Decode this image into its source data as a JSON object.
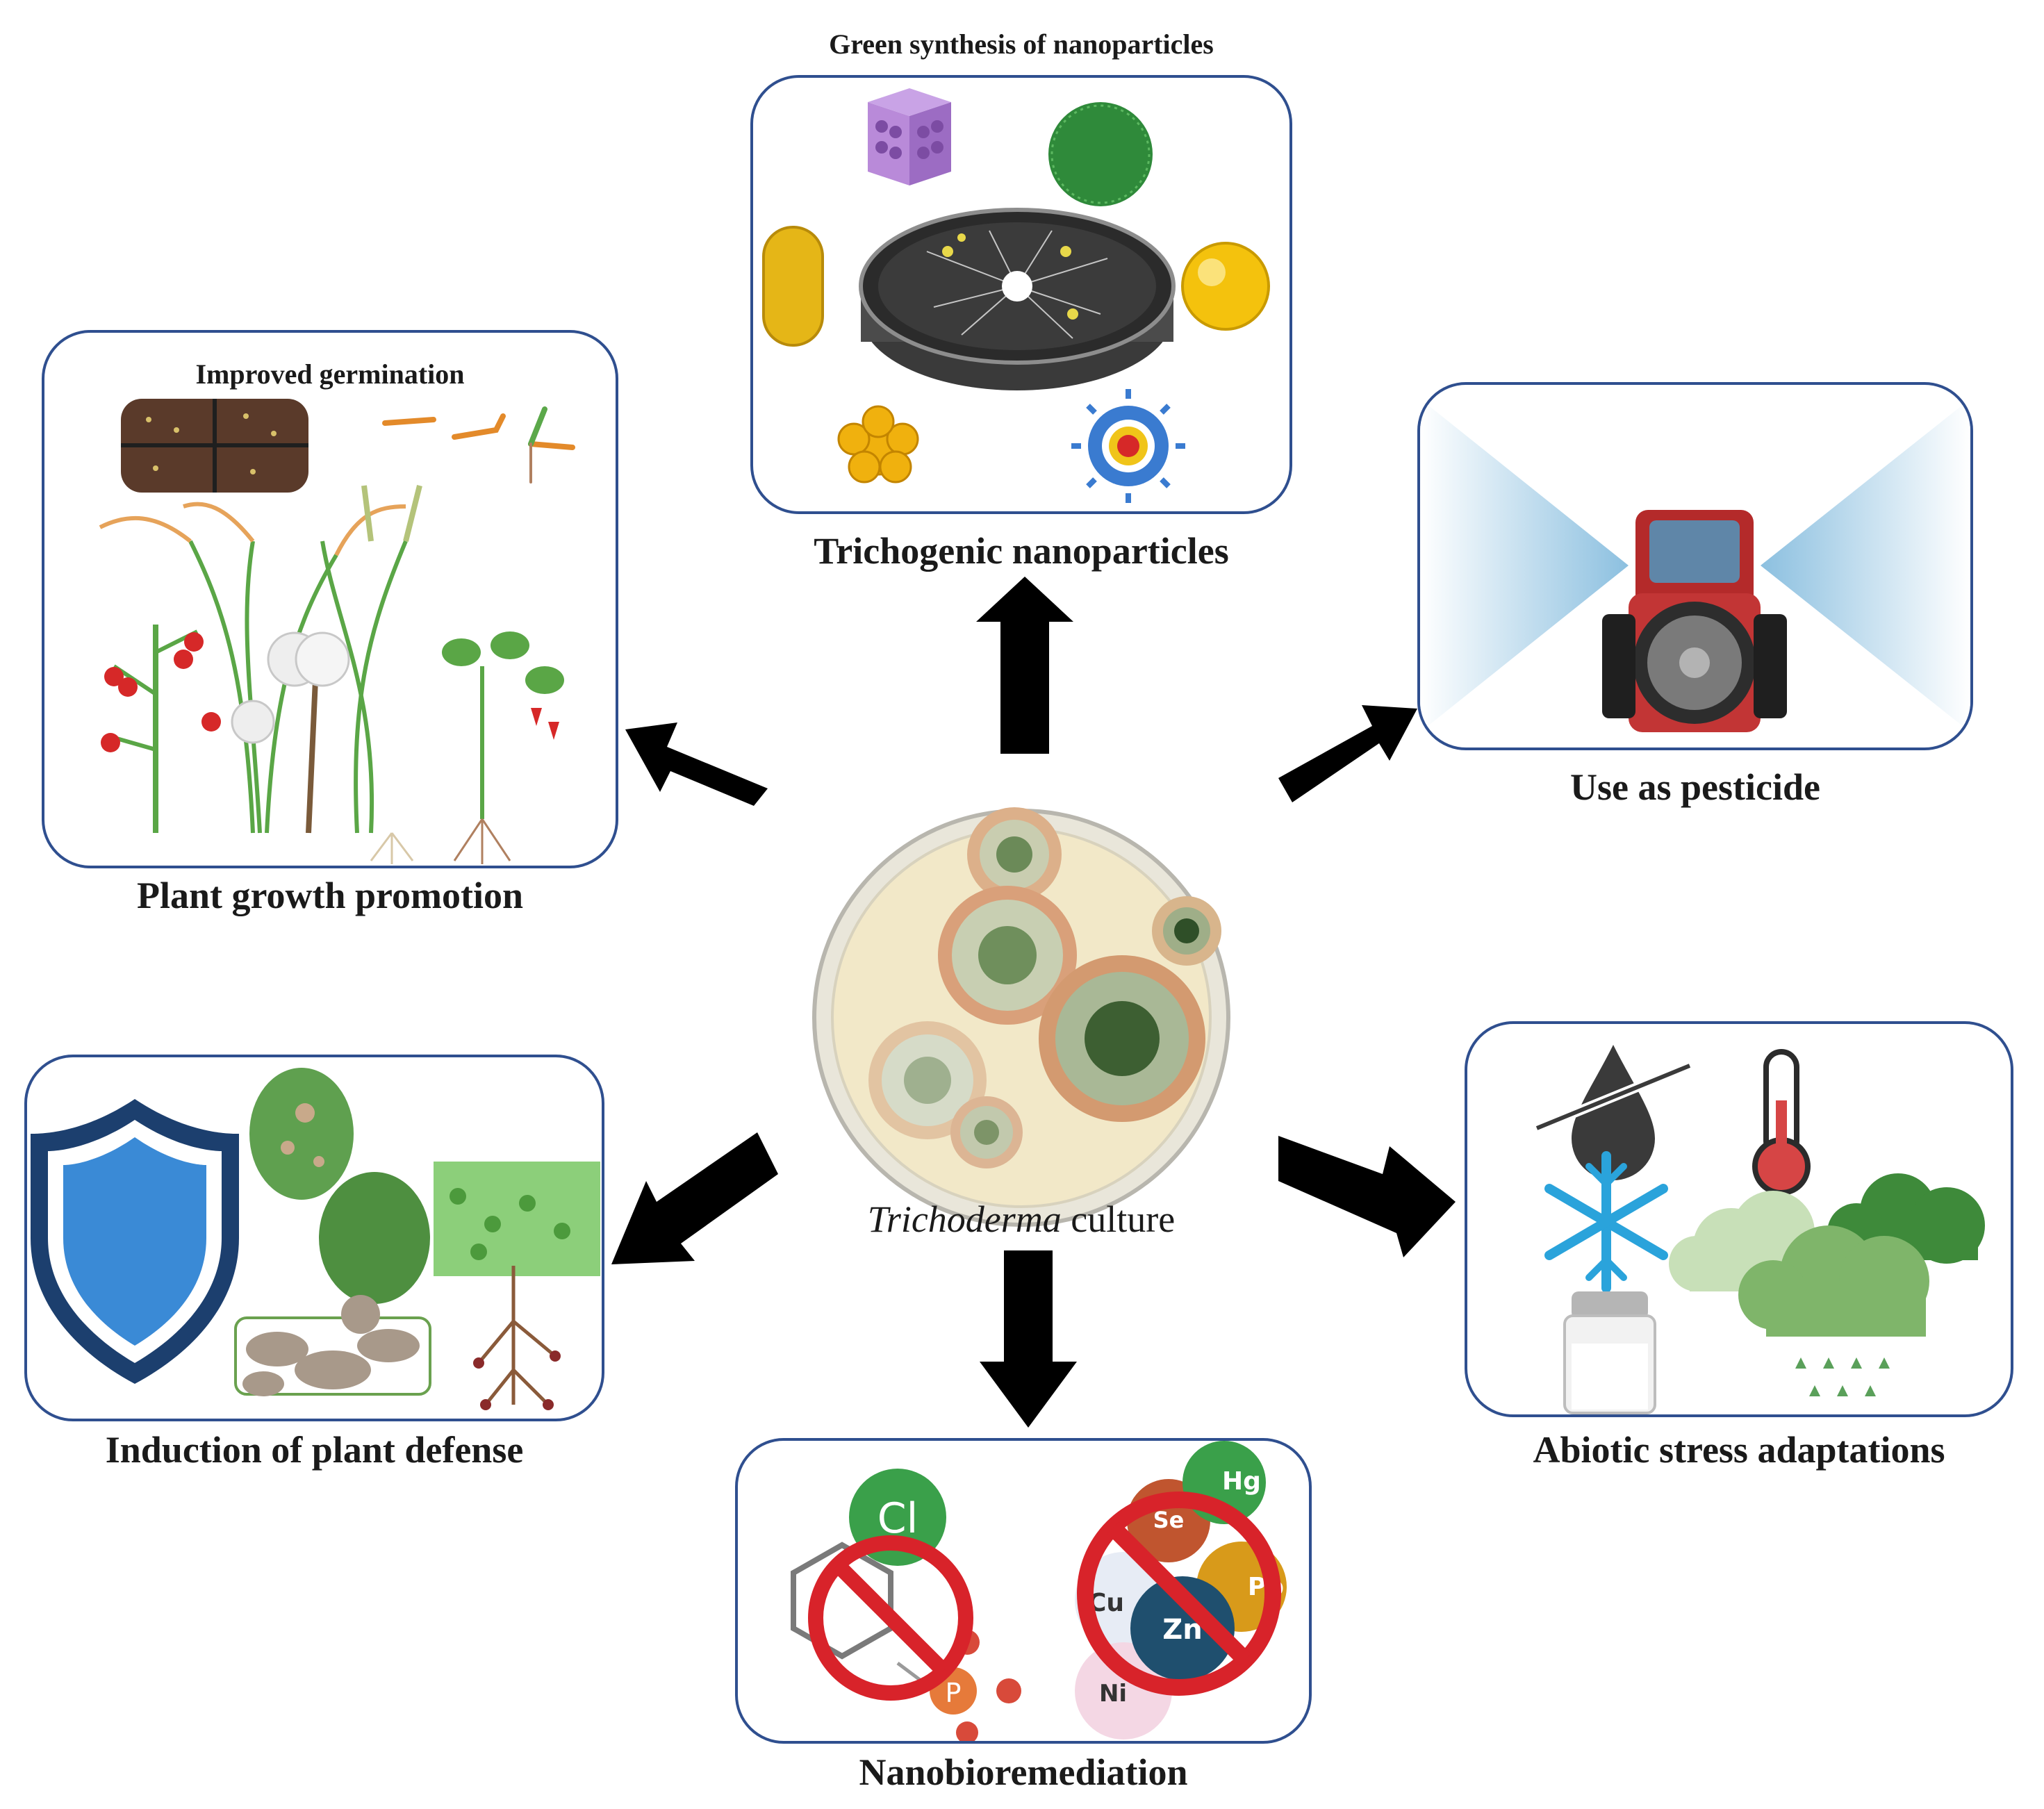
{
  "center": {
    "label_italic": "Trichoderma",
    "label_rest": " culture"
  },
  "modules": {
    "nanoparticles": {
      "caption": "Trichogenic nanoparticles",
      "subtitle": "Green synthesis of nanoparticles"
    },
    "pesticide": {
      "caption": "Use as pesticide"
    },
    "growth": {
      "caption": "Plant growth promotion",
      "subtitle": "Improved germination"
    },
    "defense": {
      "caption": "Induction of plant defense"
    },
    "abiotic": {
      "caption": "Abiotic stress adaptations"
    },
    "remediation": {
      "caption": "Nanobioremediation",
      "element_labels": [
        "Cl",
        "P",
        "Hg",
        "Pb",
        "Zn",
        "Cu",
        "Se",
        "Ni"
      ]
    }
  },
  "colors": {
    "frame": "#2f4f8f",
    "arrow": "#000000",
    "ban": "#d8232a"
  },
  "icons": [
    "petri-dish-icon",
    "tractor-icon",
    "shield-icon",
    "thermometer-icon",
    "snowflake-icon",
    "cloud-icon",
    "salt-shaker-icon",
    "leaf-icon",
    "ban-icon",
    "nanoparticle-icon",
    "plant-icon"
  ]
}
